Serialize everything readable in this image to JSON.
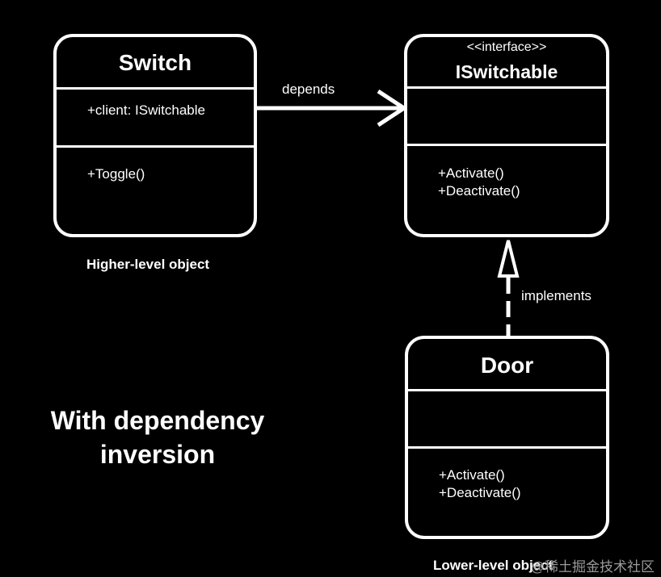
{
  "classes": {
    "switch": {
      "name": "Switch",
      "attributes": [
        "+client: ISwitchable"
      ],
      "methods": [
        "+Toggle()"
      ],
      "caption": "Higher-level object"
    },
    "iswitchable": {
      "stereotype": "<<interface>>",
      "name": "ISwitchable",
      "methods": [
        "+Activate()",
        "+Deactivate()"
      ]
    },
    "door": {
      "name": "Door",
      "methods": [
        "+Activate()",
        "+Deactivate()"
      ],
      "caption": "Lower-level object"
    }
  },
  "relations": {
    "depends_label": "depends",
    "implements_label": "implements"
  },
  "headline": "With dependency inversion",
  "watermark": "@稀土掘金技术社区",
  "colors": {
    "background": "#000000",
    "foreground": "#ffffff"
  }
}
